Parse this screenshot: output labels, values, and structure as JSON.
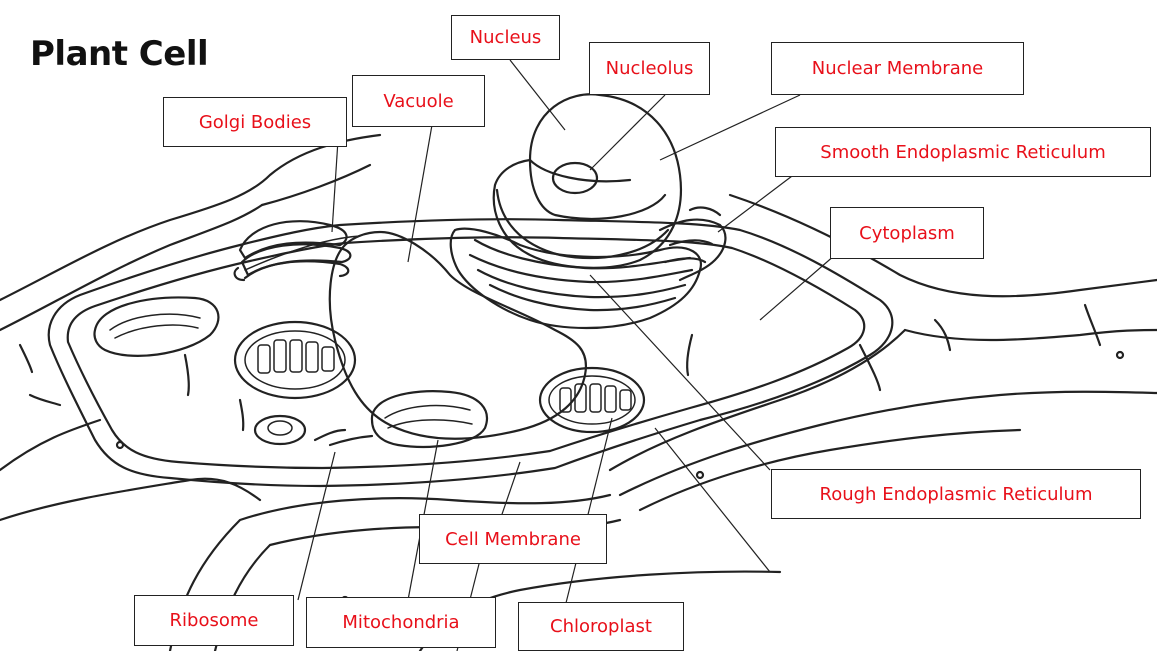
{
  "title": "Plant Cell",
  "label_color": "#e8101a",
  "labels": {
    "nucleus": "Nucleus",
    "nucleolus": "Nucleolus",
    "nuclear_membrane": "Nuclear Membrane",
    "golgi_bodies": "Golgi Bodies",
    "vacuole": "Vacuole",
    "smooth_er": "Smooth Endoplasmic Reticulum",
    "cytoplasm": "Cytoplasm",
    "rough_er": "Rough Endoplasmic Reticulum",
    "cell_membrane": "Cell Membrane",
    "ribosome": "Ribosome",
    "mitochondria": "Mitochondria",
    "chloroplast": "Chloroplast"
  }
}
